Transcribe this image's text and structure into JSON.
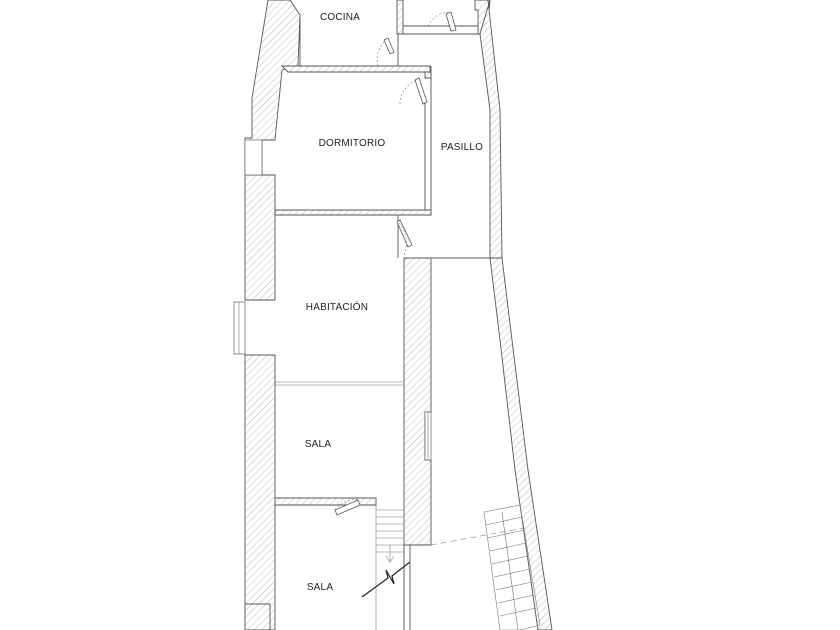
{
  "rooms": {
    "cocina": "COCINA",
    "dormitorio": "DORMITORIO",
    "pasillo": "PASILLO",
    "habitacion": "HABITACIÓN",
    "sala_upper": "SALA",
    "sala_lower": "SALA"
  },
  "colors": {
    "wall_line": "#555555",
    "hatch": "#9a9a9a",
    "label": "#222222",
    "background": "#ffffff"
  }
}
